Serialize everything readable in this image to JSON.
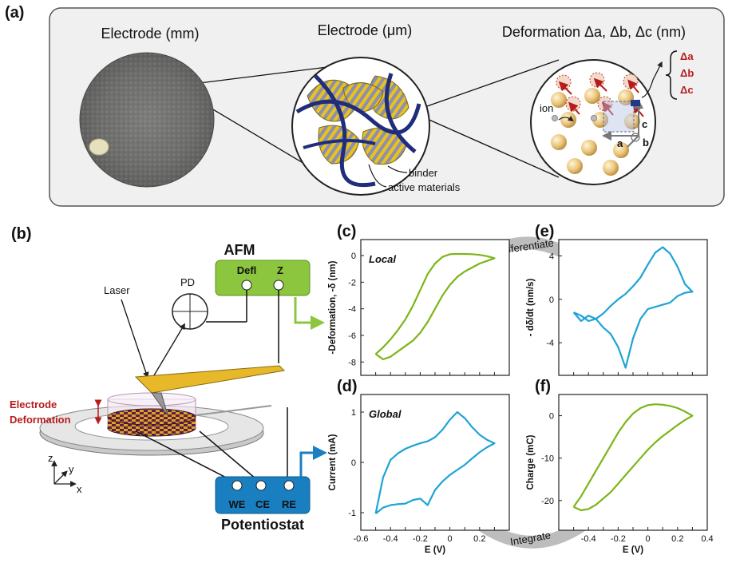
{
  "panel_a": {
    "label": "(a)",
    "title_mm": "Electrode (mm)",
    "title_um": "Electrode (μm)",
    "title_nm": "Deformation Δa, Δb, Δc (nm)",
    "binder": "binder",
    "active": "active materials",
    "ion": "ion",
    "axis_a": "a",
    "axis_b": "b",
    "axis_c": "c",
    "delta_a": "Δa",
    "delta_b": "Δb",
    "delta_c": "Δc"
  },
  "panel_b": {
    "label": "(b)",
    "afm": "AFM",
    "defl": "Defl",
    "z": "Z",
    "laser": "Laser",
    "pd": "PD",
    "electrode_1": "Electrode",
    "electrode_2": "Deformation",
    "we": "WE",
    "ce": "CE",
    "re": "RE",
    "potentiostat": "Potentiostat",
    "axis_z": "z",
    "axis_y": "y",
    "axis_x": "x"
  },
  "arrows": {
    "differentiate": "Differentiate",
    "integrate": "Integrate"
  },
  "colors": {
    "green": "#7cb518",
    "blue": "#1ea3d6",
    "afm_box": "#8cc63f",
    "pot_box": "#1a7fc1",
    "dark_red": "#b71c1c"
  },
  "chart_data": [
    {
      "id": "c",
      "type": "line",
      "label": "(c)",
      "annotation": "Local",
      "ylabel": "-Deformation, -δ (nm)",
      "xlim": [
        -0.6,
        0.4
      ],
      "ylim": [
        -9,
        1.2
      ],
      "yticks": [
        0,
        -2,
        -4,
        -6,
        -8
      ],
      "color": "#7cb518",
      "x": [
        -0.5,
        -0.45,
        -0.4,
        -0.35,
        -0.3,
        -0.25,
        -0.2,
        -0.15,
        -0.1,
        -0.05,
        0.0,
        0.05,
        0.1,
        0.15,
        0.2,
        0.25,
        0.3,
        0.25,
        0.2,
        0.15,
        0.1,
        0.05,
        0.0,
        -0.05,
        -0.1,
        -0.15,
        -0.2,
        -0.25,
        -0.3,
        -0.35,
        -0.4,
        -0.45,
        -0.5
      ],
      "y": [
        -7.4,
        -7.8,
        -7.6,
        -7.2,
        -6.8,
        -6.4,
        -5.8,
        -5.0,
        -4.0,
        -3.0,
        -2.2,
        -1.6,
        -1.2,
        -0.9,
        -0.6,
        -0.4,
        -0.2,
        -0.05,
        0.05,
        0.1,
        0.12,
        0.12,
        0.1,
        -0.1,
        -0.6,
        -1.4,
        -2.6,
        -3.8,
        -4.8,
        -5.6,
        -6.3,
        -6.9,
        -7.4
      ]
    },
    {
      "id": "e",
      "type": "line",
      "label": "(e)",
      "annotation": "",
      "ylabel": "- dδ/dt (nm/s)",
      "xlim": [
        -0.6,
        0.4
      ],
      "ylim": [
        -7,
        5.5
      ],
      "yticks": [
        4,
        0,
        -4
      ],
      "color": "#1ea3d6",
      "x": [
        -0.5,
        -0.45,
        -0.4,
        -0.35,
        -0.3,
        -0.25,
        -0.2,
        -0.15,
        -0.1,
        -0.05,
        0.0,
        0.05,
        0.1,
        0.15,
        0.2,
        0.25,
        0.3,
        0.25,
        0.2,
        0.15,
        0.1,
        0.05,
        0.0,
        -0.05,
        -0.1,
        -0.15,
        -0.2,
        -0.25,
        -0.3,
        -0.35,
        -0.4,
        -0.45,
        -0.5
      ],
      "y": [
        -1.2,
        -2.0,
        -1.5,
        -1.8,
        -2.6,
        -3.2,
        -4.4,
        -6.3,
        -3.6,
        -1.8,
        -0.9,
        -0.7,
        -0.5,
        -0.3,
        0.3,
        0.6,
        0.7,
        1.4,
        3.0,
        4.2,
        4.8,
        4.3,
        3.2,
        2.0,
        1.2,
        0.5,
        0.0,
        -0.6,
        -1.3,
        -1.8,
        -2.0,
        -1.5,
        -1.2
      ]
    },
    {
      "id": "d",
      "type": "line",
      "label": "(d)",
      "annotation": "Global",
      "xlabel": "E (V)",
      "ylabel": "Current (mA)",
      "xlim": [
        -0.6,
        0.4
      ],
      "ylim": [
        -1.35,
        1.35
      ],
      "xticks": [
        -0.6,
        -0.4,
        -0.2,
        0,
        0.2
      ],
      "yticks": [
        1,
        0,
        -1
      ],
      "color": "#1ea3d6",
      "x": [
        -0.5,
        -0.45,
        -0.4,
        -0.35,
        -0.3,
        -0.25,
        -0.2,
        -0.15,
        -0.1,
        -0.05,
        0.0,
        0.05,
        0.1,
        0.15,
        0.2,
        0.25,
        0.3,
        0.25,
        0.2,
        0.15,
        0.1,
        0.05,
        0.0,
        -0.05,
        -0.1,
        -0.15,
        -0.2,
        -0.25,
        -0.3,
        -0.35,
        -0.4,
        -0.45,
        -0.5
      ],
      "y": [
        -1.02,
        -0.9,
        -0.85,
        -0.83,
        -0.82,
        -0.75,
        -0.72,
        -0.85,
        -0.55,
        -0.38,
        -0.25,
        -0.15,
        -0.05,
        0.08,
        0.2,
        0.3,
        0.38,
        0.45,
        0.55,
        0.7,
        0.88,
        1.0,
        0.85,
        0.65,
        0.5,
        0.42,
        0.38,
        0.33,
        0.27,
        0.18,
        0.05,
        -0.3,
        -1.02
      ]
    },
    {
      "id": "f",
      "type": "line",
      "label": "(f)",
      "annotation": "",
      "xlabel": "E (V)",
      "ylabel": "Charge (mC)",
      "xlim": [
        -0.6,
        0.4
      ],
      "ylim": [
        -27,
        5
      ],
      "xticks": [
        -0.4,
        -0.2,
        0,
        0.2,
        0.4
      ],
      "yticks": [
        0,
        -10,
        -20
      ],
      "color": "#7cb518",
      "x": [
        -0.5,
        -0.45,
        -0.4,
        -0.35,
        -0.3,
        -0.25,
        -0.2,
        -0.15,
        -0.1,
        -0.05,
        0.0,
        0.05,
        0.1,
        0.15,
        0.2,
        0.25,
        0.3,
        0.25,
        0.2,
        0.15,
        0.1,
        0.05,
        0.0,
        -0.05,
        -0.1,
        -0.15,
        -0.2,
        -0.25,
        -0.3,
        -0.35,
        -0.4,
        -0.45,
        -0.5
      ],
      "y": [
        -21.5,
        -22.3,
        -22.0,
        -21.0,
        -19.5,
        -18.0,
        -16.0,
        -14.0,
        -12.0,
        -10.0,
        -8.0,
        -6.3,
        -4.8,
        -3.5,
        -2.2,
        -1.0,
        0.0,
        1.0,
        1.8,
        2.3,
        2.6,
        2.7,
        2.5,
        1.8,
        0.5,
        -1.5,
        -4.0,
        -7.0,
        -10.0,
        -13.0,
        -16.0,
        -19.0,
        -21.5
      ]
    }
  ]
}
